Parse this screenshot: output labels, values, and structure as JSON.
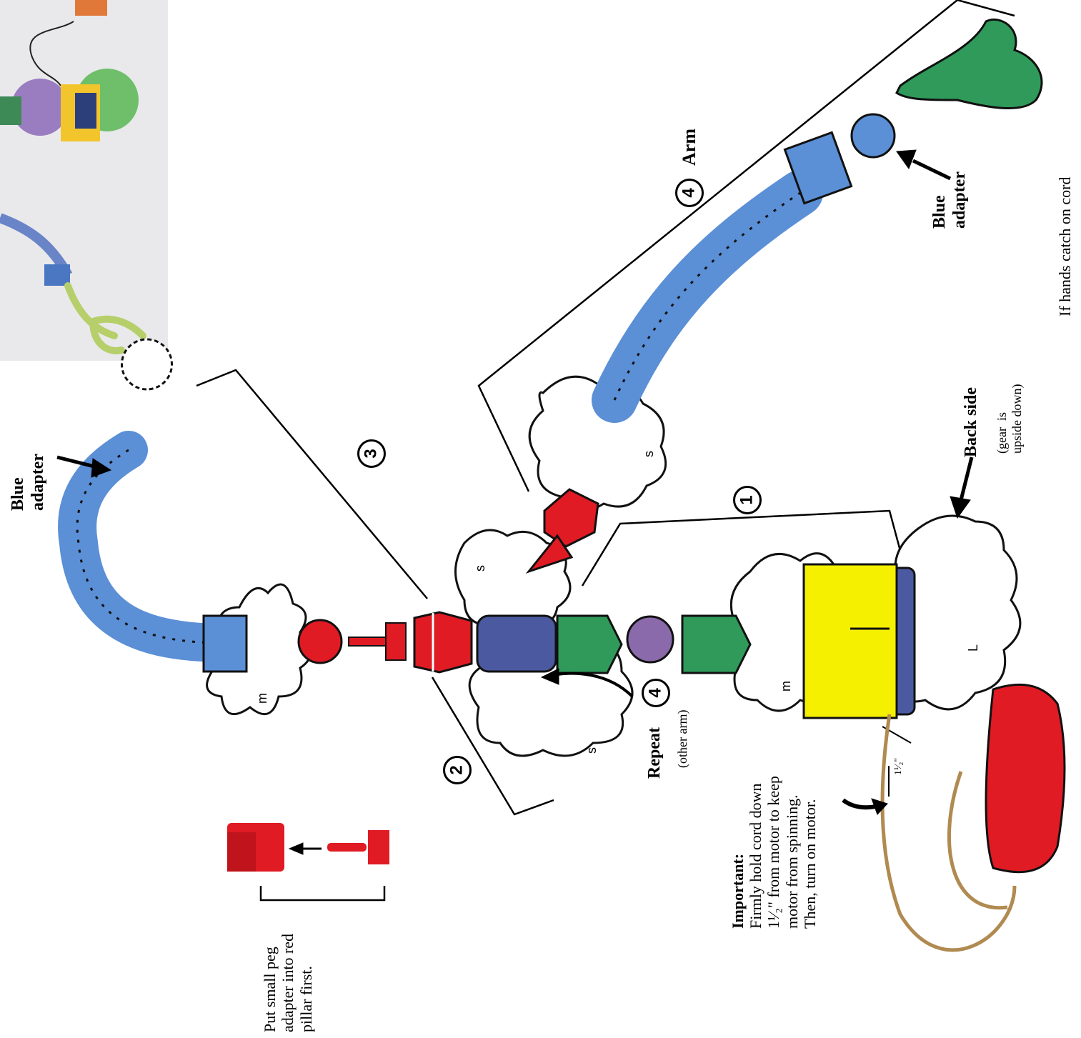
{
  "colors": {
    "red": "#e01b24",
    "blue": "#5b8fd6",
    "navy": "#4b5aa0",
    "green": "#2f9a5a",
    "purple": "#8a6aaa",
    "yellow": "#f5f000",
    "cord": "#b08a50",
    "outline": "#111111"
  },
  "labels": {
    "blue_adapter_left": "Blue\nadapter",
    "blue_adapter_right": "Blue\nadapter",
    "arm": "Arm",
    "back_side": "Back side",
    "back_side_note": "(gear  is\nupside down)",
    "repeat": "Repeat",
    "repeat_note": "(other arm)",
    "important_title": "Important:",
    "important_text": "Firmly hold cord down\n1¹⁄₂\" from motor to keep\nmotor from spinning.\nThen, turn on motor.",
    "half_inch": "1¹⁄₂\"",
    "peg_note": "Put small peg\nadapter into red\npillar first.",
    "hands_note": "If hands catch on cord",
    "gear_m_left": "m",
    "gear_m_right": "m",
    "gear_s_a": "s",
    "gear_s_b": "s",
    "gear_s_c": "s",
    "gear_l": "L"
  },
  "steps": [
    "1",
    "2",
    "3",
    "4",
    "4"
  ]
}
